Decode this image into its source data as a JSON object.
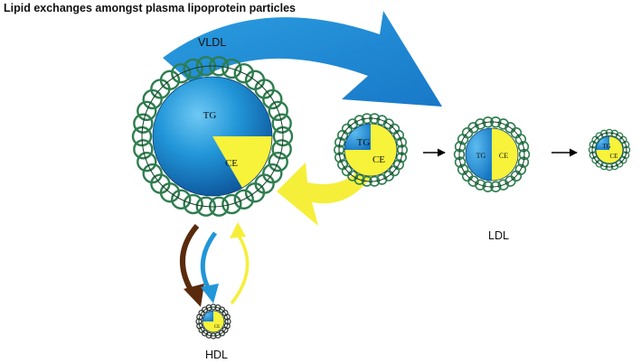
{
  "title": "Lipid exchanges amongst plasma lipoprotein particles",
  "labels": {
    "vldl": "VLDL",
    "ldl": "LDL",
    "hdl": "HDL",
    "tg": "TG",
    "ce": "CE"
  },
  "colors": {
    "shell": "#2e7d4f",
    "shell_dark": "#143d26",
    "hdl_shell": "#333333",
    "triglyceride_blue": "#1e88d2",
    "cholesteryl_ester_yellow": "#f7f23a",
    "transfer_to_hdl": "#5a2a0d",
    "arrow_blue": "#2196d8",
    "arrow_yellow": "#f5ef3a"
  },
  "icons": {
    "vldl": "lipoprotein-particle-icon",
    "idl": "lipoprotein-particle-icon",
    "ldl": "lipoprotein-particle-icon",
    "small_ldl": "lipoprotein-particle-icon",
    "hdl": "lipoprotein-particle-icon",
    "step_arrows": "arrow-right-icon"
  }
}
